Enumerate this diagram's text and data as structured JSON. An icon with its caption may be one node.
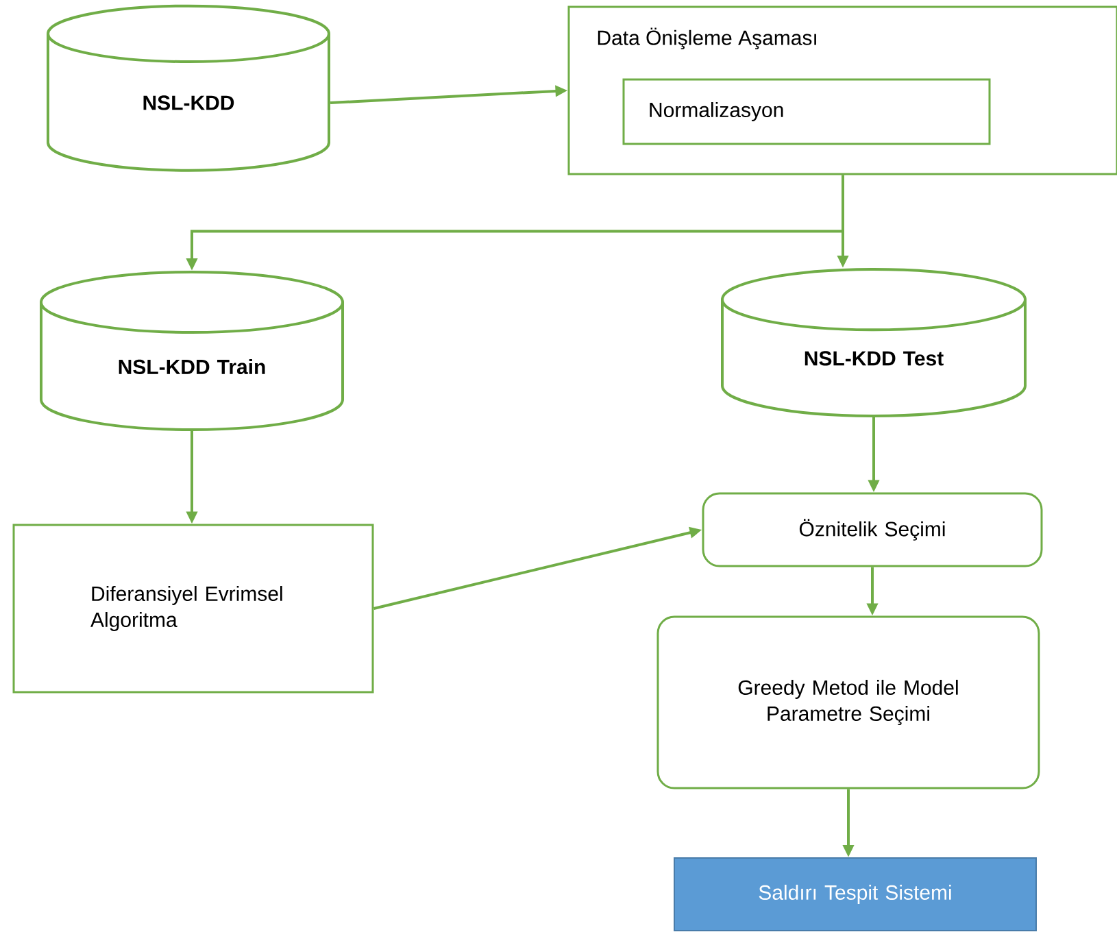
{
  "diagram": {
    "nodes": [
      {
        "text": [
          "NSL-KDD"
        ]
      },
      {
        "text": [
          "Data Önişleme Aşaması"
        ]
      },
      {
        "text": [
          "Normalizasyon"
        ],
        "in": 1
      },
      {
        "text": [
          "NSL-KDD Train"
        ]
      },
      {
        "text": [
          "NSL-KDD Test"
        ]
      },
      {
        "text": [
          "Diferansiyel Evrimsel Algoritma"
        ]
      },
      {
        "text": [
          "Öznitelik Seçimi"
        ]
      },
      {
        "text": [
          "Greedy Metod ile Model Parametre Seçimi"
        ]
      },
      {
        "text": [
          "Saldırı Tespit Sistemi"
        ]
      }
    ],
    "edges": [
      {
        "from": 0,
        "to": 1,
        "arrow": "to"
      },
      {
        "from": 1,
        "to": 3,
        "arrow": "to"
      },
      {
        "from": 1,
        "to": 4,
        "arrow": "to"
      },
      {
        "from": 3,
        "to": 5,
        "arrow": "to"
      },
      {
        "from": 5,
        "to": 6,
        "arrow": "to"
      },
      {
        "from": 4,
        "to": 6,
        "arrow": "to"
      },
      {
        "from": 6,
        "to": 7,
        "arrow": "to"
      },
      {
        "from": 7,
        "to": 8,
        "arrow": "to"
      }
    ]
  }
}
